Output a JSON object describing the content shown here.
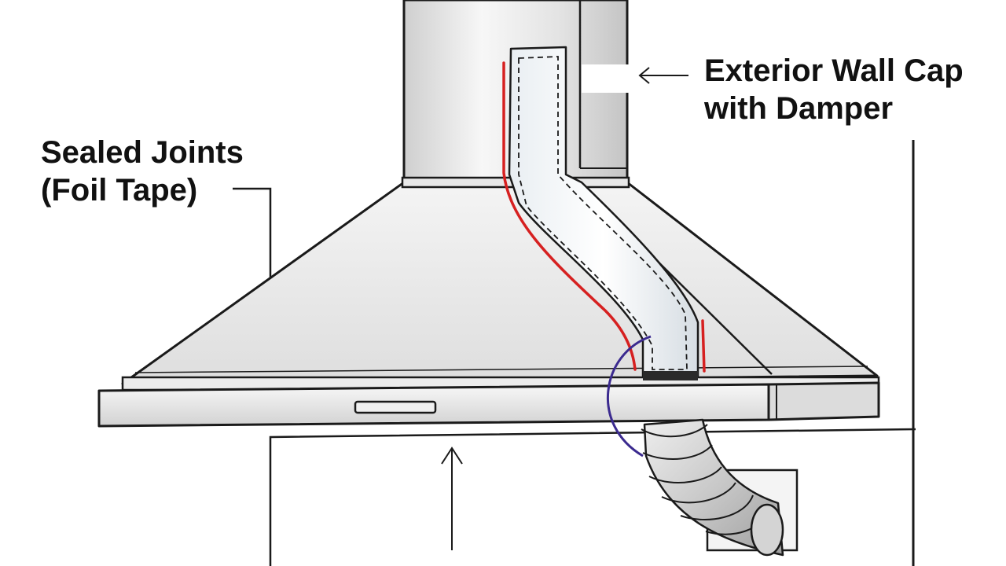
{
  "labels": {
    "sealed_joints": {
      "line1": "Sealed Joints",
      "line2": "(Foil Tape)"
    },
    "wall_cap": {
      "line1": "Exterior Wall Cap",
      "line2": "with Damper"
    }
  },
  "colors": {
    "outline": "#1a1a1a",
    "metal_light": "#f2f2f2",
    "metal_mid": "#dcdcdc",
    "metal_dark": "#b8b8b8",
    "tape_red": "#d62020",
    "arc_purple": "#3b2a8f"
  }
}
